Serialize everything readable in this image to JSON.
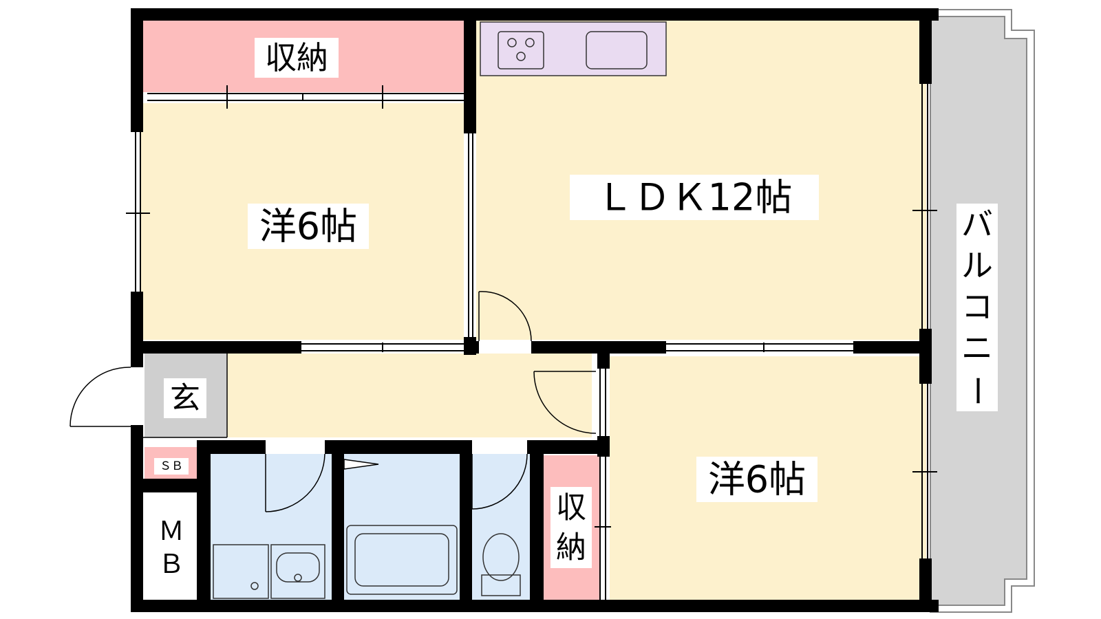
{
  "colors": {
    "room": "#fdf1cd",
    "storage": "#fdbdbd",
    "kitchen": "#e9dbf1",
    "wet": "#dbeaf9",
    "entrance": "#cfcfcf",
    "balcony": "#d4d4d4",
    "wall": "#000000"
  },
  "rooms": {
    "storage_top": "収納",
    "western_top": "洋6帖",
    "ldk": "ＬＤＫ12帖",
    "entrance": "玄",
    "shoe_box": "ＳＢ",
    "meter_box_top": "Ｍ",
    "meter_box_bottom": "Ｂ",
    "storage_side_top": "収",
    "storage_side_bottom": "納",
    "western_bottom": "洋6帖",
    "balcony": [
      "バ",
      "ル",
      "コ",
      "ニ",
      "ー"
    ]
  },
  "icons": [
    "stove-icon",
    "sink-icon",
    "bathtub-icon",
    "washbasin-icon",
    "toilet-icon",
    "door-swing-icon"
  ]
}
